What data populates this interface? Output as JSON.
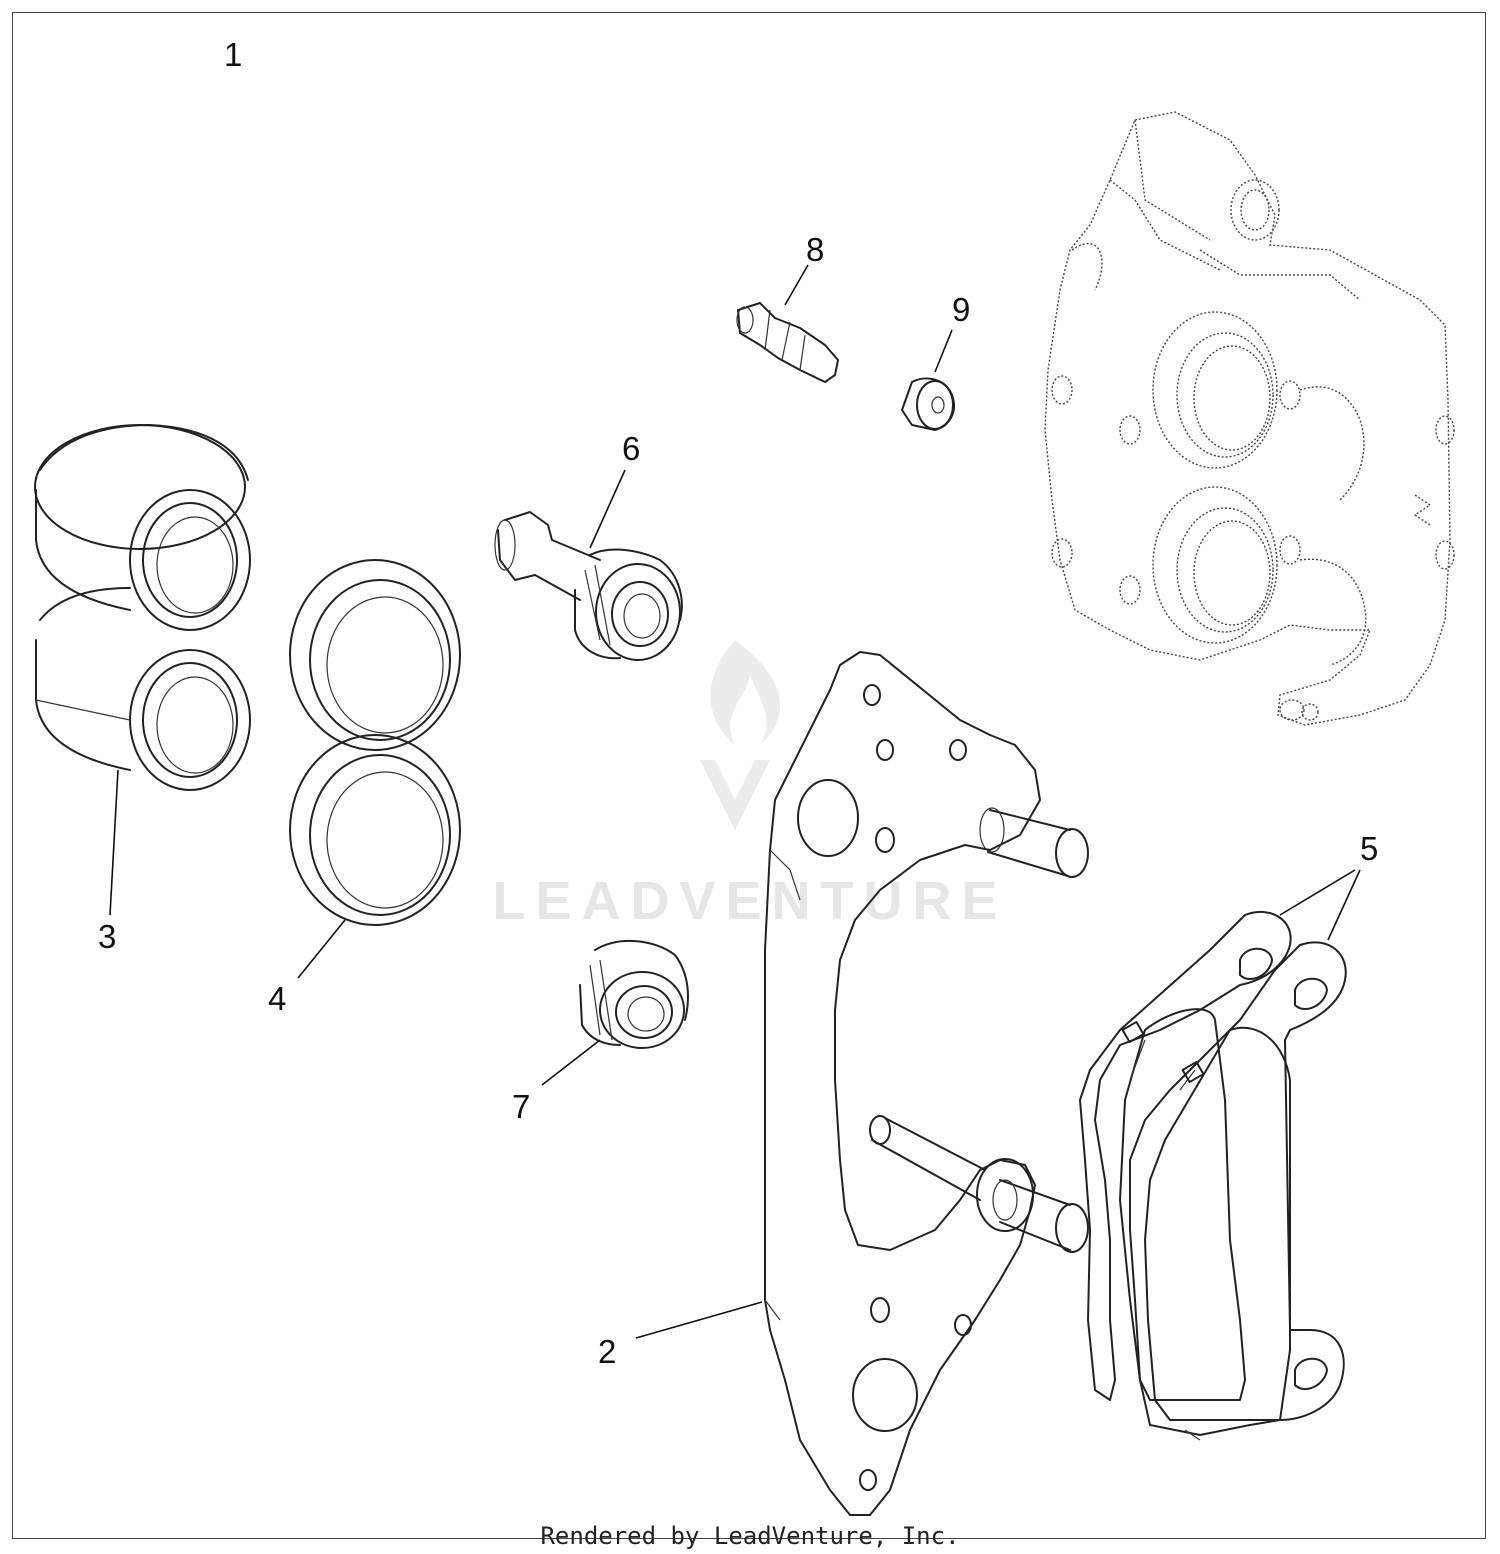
{
  "diagram": {
    "callouts": [
      "1",
      "2",
      "3",
      "4",
      "5",
      "6",
      "7",
      "8",
      "9"
    ],
    "watermark": "LEADVENTURE",
    "footer": "Rendered by LeadVenture, Inc.",
    "icons": [
      "leadventure-logo-icon"
    ]
  }
}
